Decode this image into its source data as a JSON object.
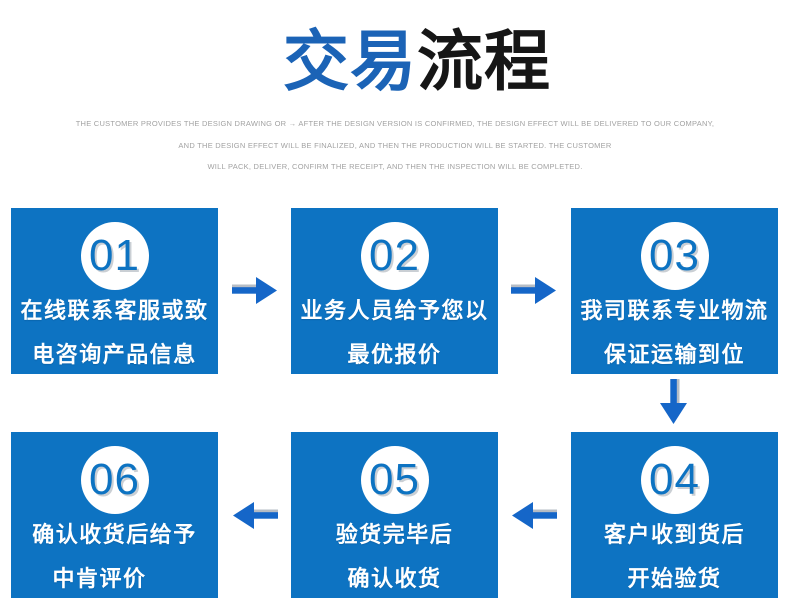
{
  "title": {
    "highlight": "交易",
    "rest": "流程"
  },
  "subtitle": {
    "lines": [
      "THE CUSTOMER PROVIDES THE DESIGN DRAWING OR → AFTER THE DESIGN VERSION IS CONFIRMED, THE DESIGN EFFECT WILL BE DELIVERED TO OUR COMPANY,",
      "AND THE DESIGN EFFECT WILL BE FINALIZED, AND THEN THE PRODUCTION WILL BE STARTED. THE CUSTOMER",
      "WILL PACK, DELIVER, CONFIRM THE RECEIPT, AND THEN THE INSPECTION WILL BE COMPLETED."
    ]
  },
  "steps": [
    {
      "number": "01",
      "lines": [
        "在线联系客服或致",
        "电咨询产品信息"
      ]
    },
    {
      "number": "02",
      "lines": [
        "业务人员给予您以",
        "最优报价"
      ]
    },
    {
      "number": "03",
      "lines": [
        "我司联系专业物流",
        "保证运输到位"
      ]
    },
    {
      "number": "04",
      "lines": [
        "客户收到货后",
        "开始验货"
      ]
    },
    {
      "number": "05",
      "lines": [
        "验货完毕后",
        "确认收货"
      ]
    },
    {
      "number": "06",
      "lines": [
        "确认收货后给予",
        "中肯评价"
      ]
    }
  ],
  "icons": {
    "forward": "arrow-right-icon",
    "backward": "arrow-left-icon",
    "down": "arrow-down-icon"
  },
  "colors": {
    "box_blue": "#0d73c2",
    "arrow_blue": "#1566c8",
    "title_blue": "#1b63b6",
    "title_black": "#161616",
    "subtitle_gray": "#a2a2a2"
  }
}
